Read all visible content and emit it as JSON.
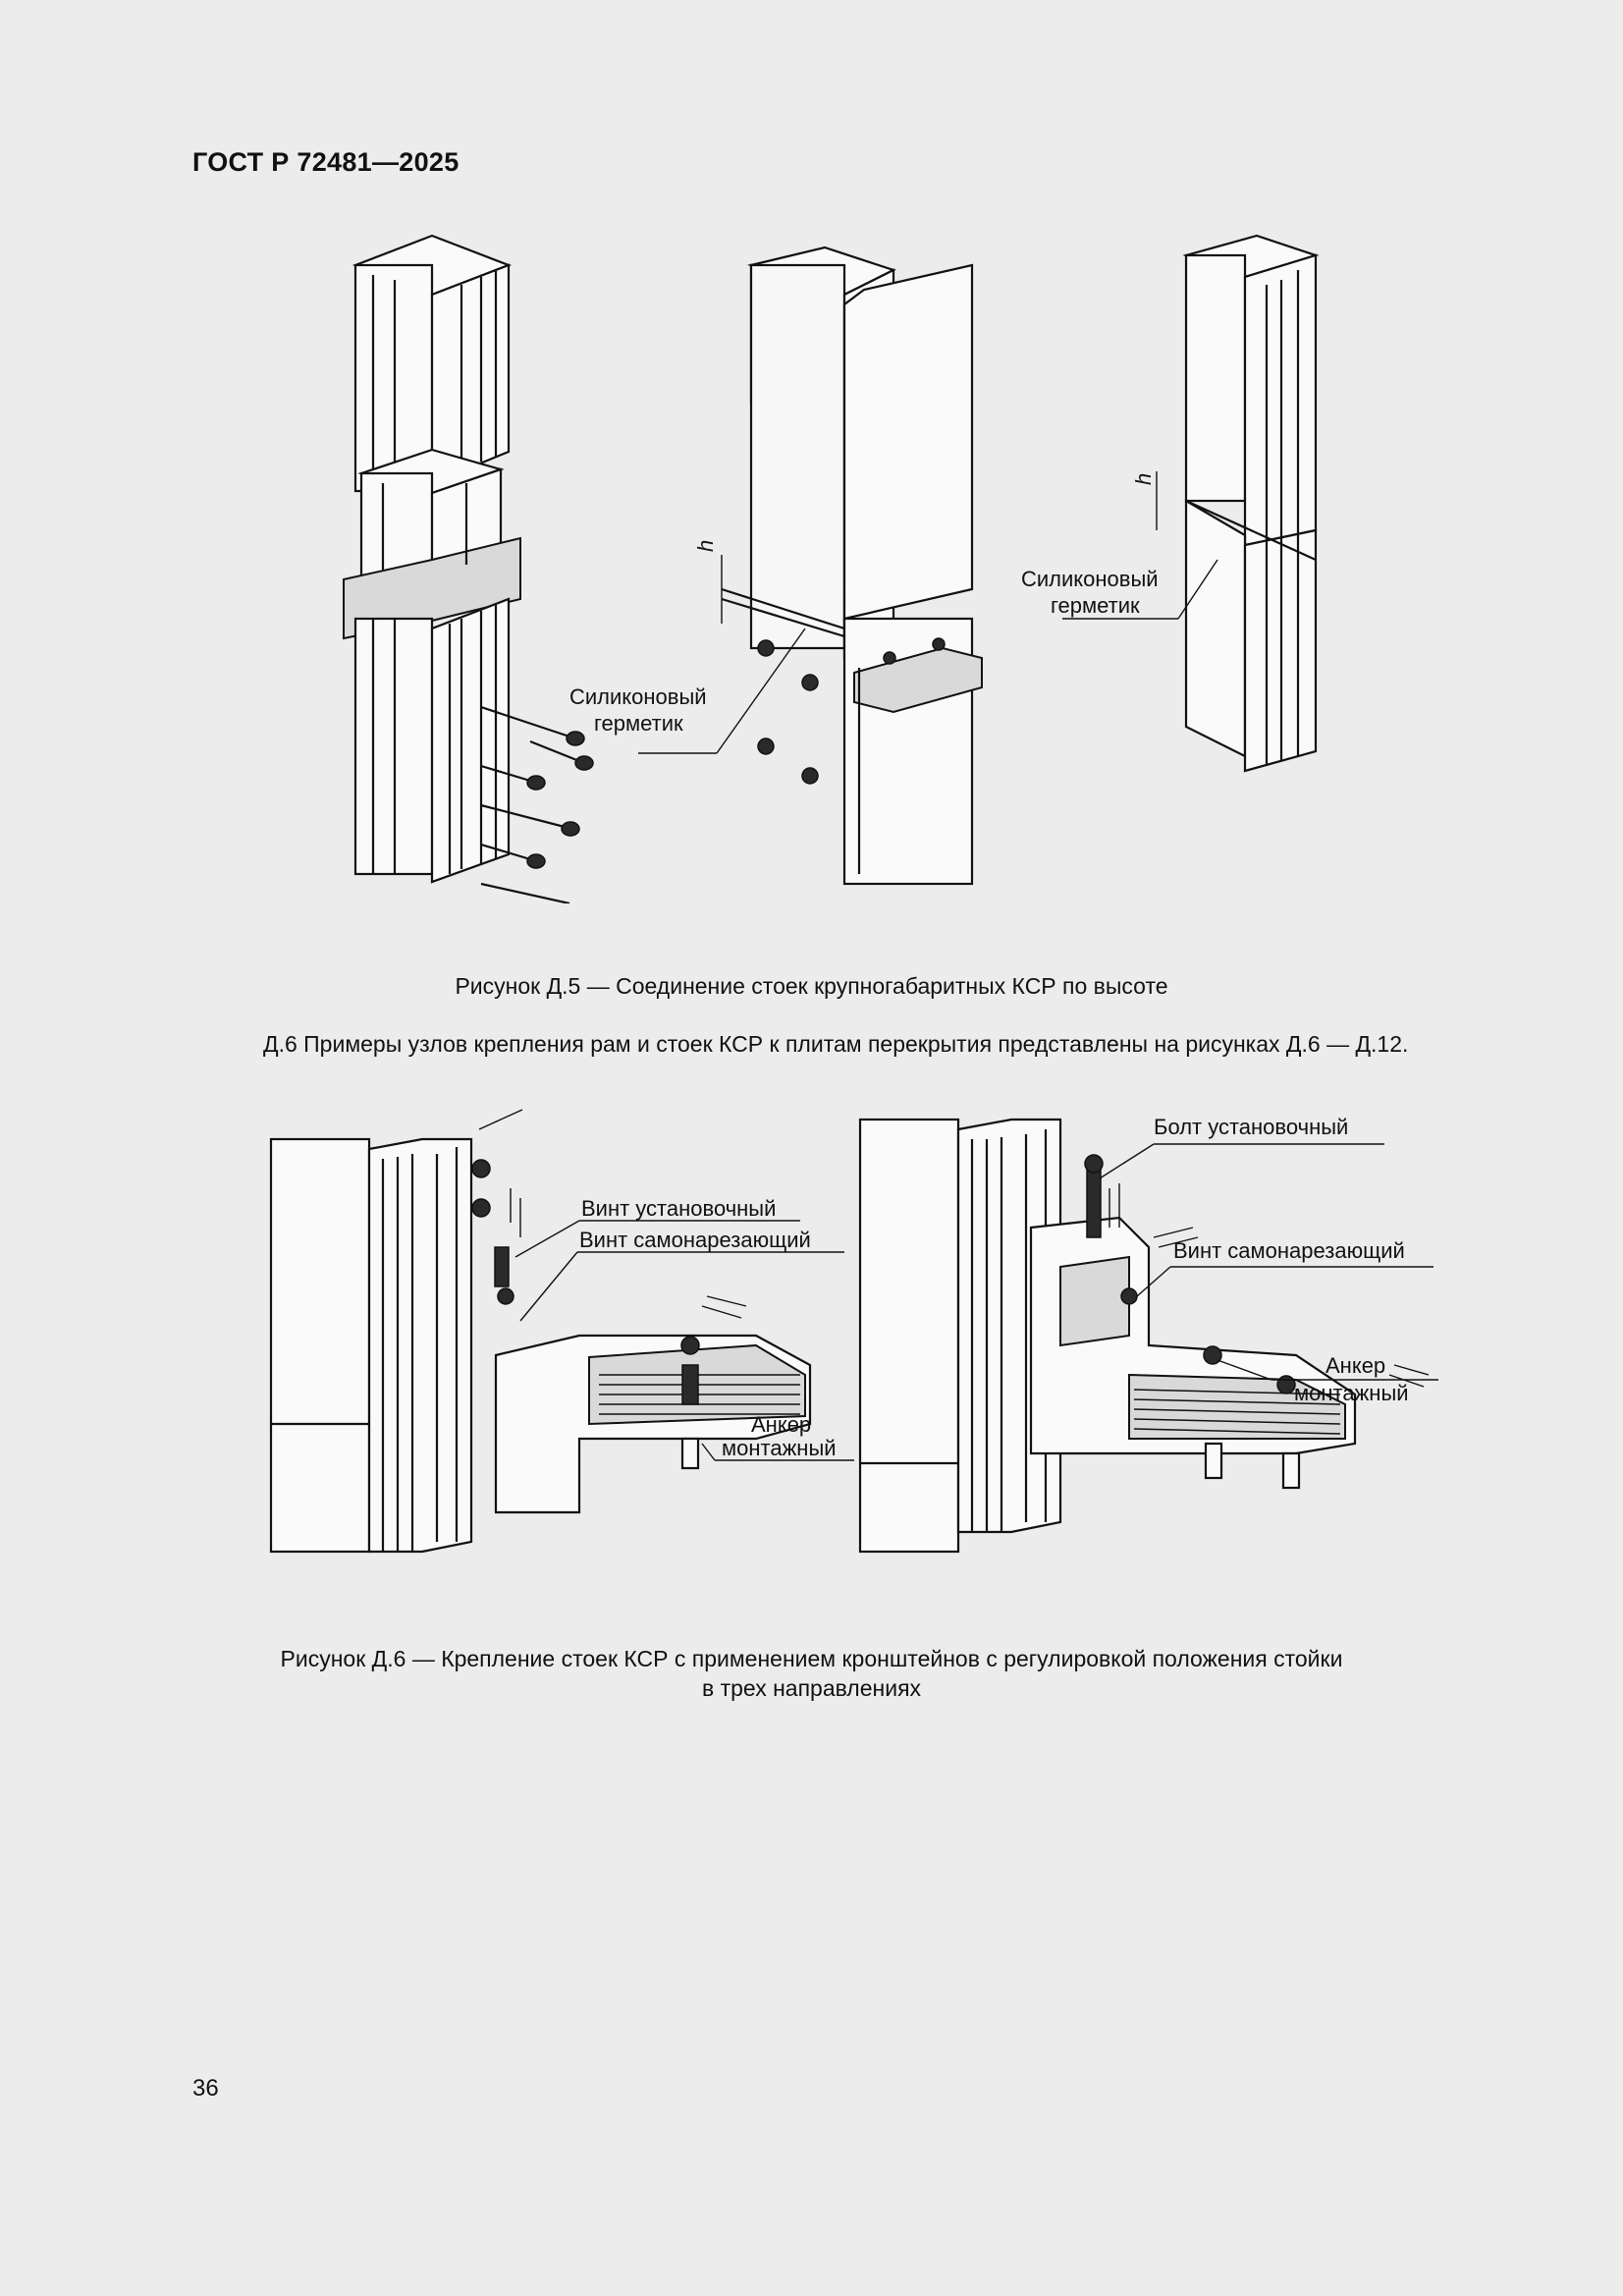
{
  "header": {
    "doc_code": "ГОСТ Р 72481—2025"
  },
  "figure5": {
    "caption": "Рисунок Д.5 — Соединение стоек крупногабаритных КСР по высоте",
    "label_sealant_1_line1": "Силиконовый",
    "label_sealant_1_line2": "герметик",
    "label_sealant_2_line1": "Силиконовый",
    "label_sealant_2_line2": "герметик",
    "label_h_1": "h",
    "label_h_2": "h"
  },
  "paragraph": {
    "text": "Д.6 Примеры узлов крепления рам и стоек КСР к плитам перекрытия представлены на рисунках Д.6 — Д.12."
  },
  "figure6": {
    "caption_line1": "Рисунок Д.6 — Крепление стоек КСР с применением кронштейнов с регулировкой положения стойки",
    "caption_line2": "в трех направлениях",
    "left": {
      "label_set_screw": "Винт установочный",
      "label_self_tapping": "Винт самонарезающий",
      "label_anchor_line1": "Анкер",
      "label_anchor_line2": "монтажный"
    },
    "right": {
      "label_set_bolt": "Болт установочный",
      "label_self_tapping": "Винт самонарезающий",
      "label_anchor_line1": "Анкер",
      "label_anchor_line2": "монтажный"
    }
  },
  "footer": {
    "page_number": "36"
  }
}
